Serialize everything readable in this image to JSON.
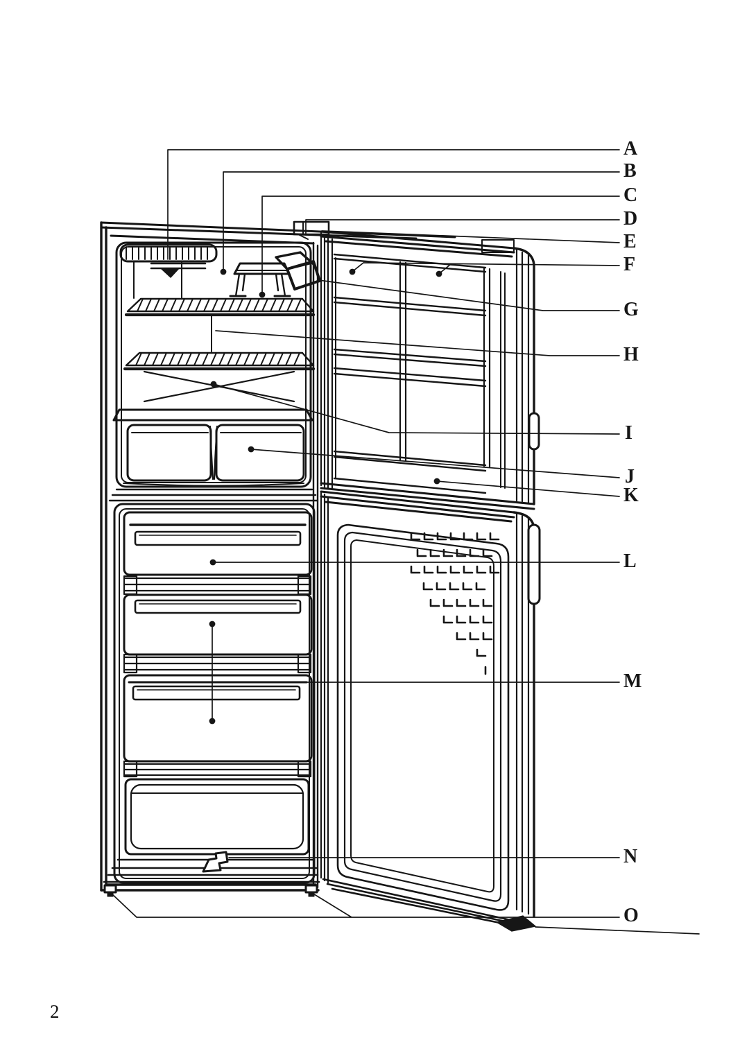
{
  "page": {
    "number": "2"
  },
  "palette": {
    "paper": "#ffffff",
    "ink": "#161616"
  },
  "figure": {
    "type": "labeled-line-diagram",
    "callouts": [
      {
        "letter": "A"
      },
      {
        "letter": "B"
      },
      {
        "letter": "C"
      },
      {
        "letter": "D"
      },
      {
        "letter": "E"
      },
      {
        "letter": "F"
      },
      {
        "letter": "G"
      },
      {
        "letter": "H"
      },
      {
        "letter": "I"
      },
      {
        "letter": "J"
      },
      {
        "letter": "K"
      },
      {
        "letter": "L"
      },
      {
        "letter": "M"
      },
      {
        "letter": "N"
      },
      {
        "letter": "O"
      }
    ]
  }
}
